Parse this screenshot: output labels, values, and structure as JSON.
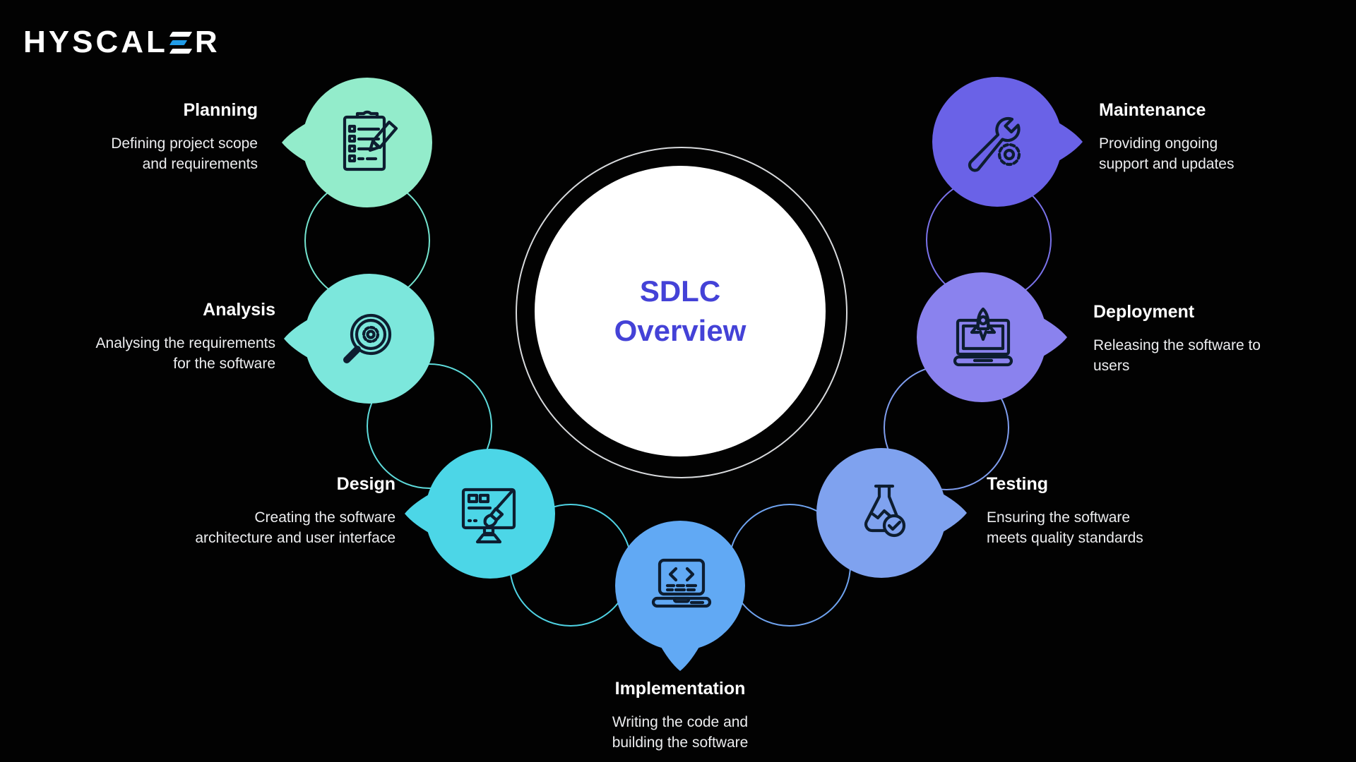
{
  "brand": {
    "logo_left": "HYSCAL",
    "logo_right": "R",
    "accent_color": "#219ce8"
  },
  "center": {
    "title_line1": "SDLC",
    "title_line2": "Overview",
    "text_color": "#4442d7"
  },
  "stages": [
    {
      "id": "planning",
      "title": "Planning",
      "description": "Defining project scope\nand requirements",
      "color": "#93eccb",
      "icon": "clipboard-checklist"
    },
    {
      "id": "analysis",
      "title": "Analysis",
      "description": "Analysing the requirements\nfor the software",
      "color": "#7ce7dc",
      "icon": "magnifier-gear"
    },
    {
      "id": "design",
      "title": "Design",
      "description": "Creating the software\narchitecture and user interface",
      "color": "#4cd6e7",
      "icon": "monitor-paintbrush"
    },
    {
      "id": "implementation",
      "title": "Implementation",
      "description": "Writing the code and\nbuilding the software",
      "color": "#61a9f4",
      "icon": "laptop-code"
    },
    {
      "id": "testing",
      "title": "Testing",
      "description": "Ensuring the software\nmeets quality standards",
      "color": "#7fa2ef",
      "icon": "flask-check"
    },
    {
      "id": "deployment",
      "title": "Deployment",
      "description": "Releasing the software to\nusers",
      "color": "#8a82ee",
      "icon": "laptop-rocket"
    },
    {
      "id": "maintenance",
      "title": "Maintenance",
      "description": "Providing ongoing\nsupport and updates",
      "color": "#6a62e7",
      "icon": "wrench-gear"
    }
  ],
  "connectors": [
    {
      "between": "planning-analysis",
      "color": "#74e4cf"
    },
    {
      "between": "analysis-design",
      "color": "#5edbdb"
    },
    {
      "between": "design-implementation",
      "color": "#4fd3e4"
    },
    {
      "between": "implementation-testing",
      "color": "#6fa3f0"
    },
    {
      "between": "testing-deployment",
      "color": "#7f9dee"
    },
    {
      "between": "deployment-maintenance",
      "color": "#7a72ea"
    }
  ]
}
